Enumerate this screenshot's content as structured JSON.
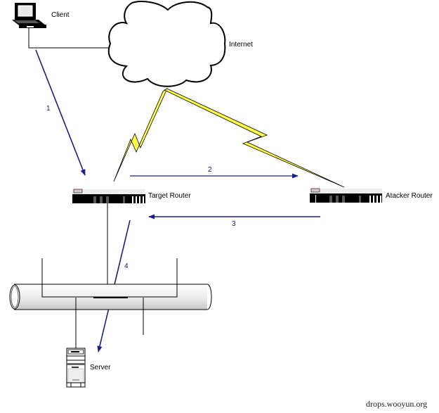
{
  "diagram": {
    "nodes": {
      "client": {
        "label": "Client"
      },
      "internet": {
        "label": "Internet"
      },
      "target_router": {
        "label": "Target Router"
      },
      "attacker_router": {
        "label": "Atacker Router"
      },
      "server": {
        "label": "Server"
      }
    },
    "steps": [
      {
        "label": "1",
        "from": "client",
        "to": "target_router"
      },
      {
        "label": "2",
        "from": "target_router",
        "to": "attacker_router"
      },
      {
        "label": "3",
        "from": "attacker_router",
        "to": "target_router"
      },
      {
        "label": "4",
        "from": "target_router",
        "to": "server"
      }
    ],
    "links": [
      {
        "from": "client",
        "to": "internet",
        "type": "wired"
      },
      {
        "from": "internet",
        "to": "target_router",
        "type": "wireless"
      },
      {
        "from": "internet",
        "to": "attacker_router",
        "type": "wireless"
      },
      {
        "from": "target_router",
        "to": "network-bus",
        "type": "wired"
      },
      {
        "from": "network-bus",
        "to": "server",
        "type": "wired"
      }
    ],
    "colors": {
      "arrow": "#1c1c8c",
      "lightning": "#ffff44",
      "line": "#000000"
    }
  },
  "watermark": "drops.wooyun.org"
}
